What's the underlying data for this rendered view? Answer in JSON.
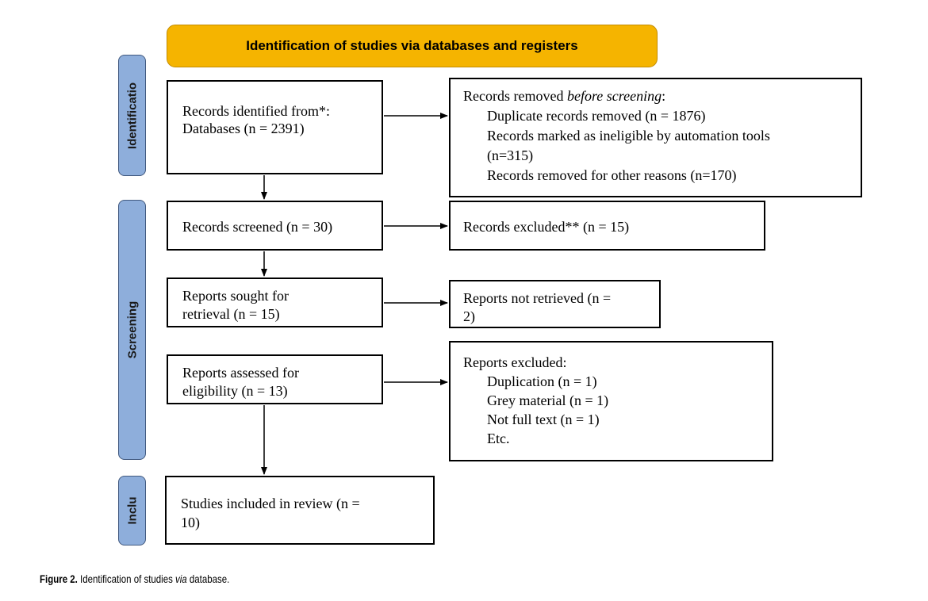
{
  "header": {
    "title": "Identification of studies via databases and registers"
  },
  "stages": {
    "identification": "Identificatio",
    "screening": "Screening",
    "included": "Inclu"
  },
  "boxes": {
    "identified": {
      "line1": "Records identified from*:",
      "line2": "Databases (n = 2391)"
    },
    "removed": {
      "title_prefix": "Records removed ",
      "title_italic": "before screening",
      "title_suffix": ":",
      "item1": "Duplicate records removed (n = 1876)",
      "item2a": "Records marked as ineligible by automation tools",
      "item2b": "(n=315)",
      "item3": "Records removed for other reasons (n=170)"
    },
    "screened": {
      "line1": "Records screened (n = 30)"
    },
    "excluded": {
      "line1": "Records excluded** (n = 15)"
    },
    "sought": {
      "line1": "Reports sought for",
      "line2": "retrieval (n = 15)"
    },
    "not_retrieved": {
      "line1": "Reports not retrieved (n =",
      "line2": "2)"
    },
    "assessed": {
      "line1": "Reports assessed for",
      "line2": "eligibility (n = 13)"
    },
    "reports_excluded": {
      "title": "Reports excluded:",
      "item1": "Duplication (n = 1)",
      "item2": "Grey material (n = 1)",
      "item3": "Not full text (n = 1)",
      "item4": "Etc."
    },
    "included": {
      "line1": "Studies included in review (n =",
      "line2": "10)"
    }
  },
  "caption": {
    "label": "Figure 2.",
    "text_before": " Identification of studies ",
    "text_italic": "via",
    "text_after": " database."
  },
  "colors": {
    "header_fill": "#f5b400",
    "stage_fill": "#8eaedb",
    "stage_border": "#41597f",
    "box_border": "#000000"
  }
}
